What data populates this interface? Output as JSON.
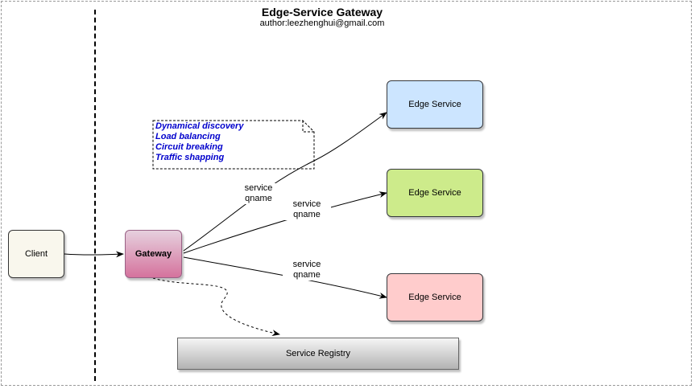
{
  "header": {
    "title": "Edge-Service Gateway",
    "author": "author:leezhenghui@gmail.com"
  },
  "nodes": {
    "client": "Client",
    "gateway": "Gateway",
    "edge_service_1": "Edge Service",
    "edge_service_2": "Edge Service",
    "edge_service_3": "Edge Service",
    "registry": "Service Registry"
  },
  "note": {
    "lines": [
      "Dynamical discovery",
      "Load balancing",
      "Circuit breaking",
      "Traffic shapping"
    ]
  },
  "edge_labels": [
    {
      "line1": "service",
      "line2": "qname"
    },
    {
      "line1": "service",
      "line2": "qname"
    },
    {
      "line1": "service",
      "line2": "qname"
    }
  ],
  "colors": {
    "edge_service_1": "#cce5ff",
    "edge_service_2": "#cdeb8b",
    "edge_service_3": "#ffcccc",
    "gateway_top": "#e6d0de",
    "gateway_bottom": "#d5739d",
    "client": "#f9f7ed",
    "note_text": "#0000cc"
  }
}
